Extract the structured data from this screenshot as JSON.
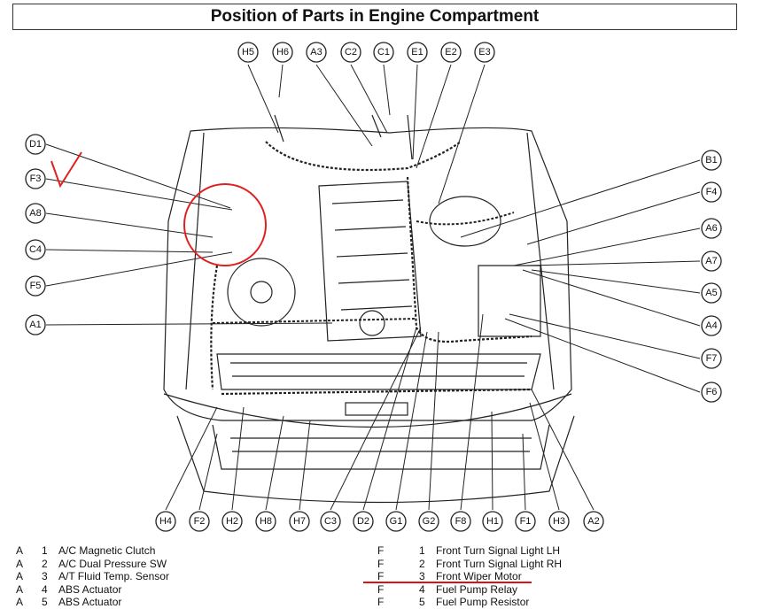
{
  "title": "Position of Parts in Engine Compartment",
  "callouts_left": [
    "D1",
    "F3",
    "A8",
    "C4",
    "F5",
    "A1"
  ],
  "callouts_top": [
    "H5",
    "H6",
    "A3",
    "C2",
    "C1",
    "E1",
    "E2",
    "E3"
  ],
  "callouts_right": [
    "B1",
    "F4",
    "A6",
    "A7",
    "A5",
    "A4",
    "F7",
    "F6"
  ],
  "callouts_bottom": [
    "H4",
    "F2",
    "H2",
    "H8",
    "H7",
    "C3",
    "D2",
    "G1",
    "G2",
    "F8",
    "H1",
    "F1",
    "H3",
    "A2"
  ],
  "annotations": {
    "checkmark_color": "#e02020",
    "circle_color": "#e02020",
    "underline_color": "#d11111",
    "underlined_item": "F 3 Front Wiper Motor"
  },
  "legend_left": [
    {
      "code": "A",
      "num": "1",
      "name": "A/C Magnetic Clutch"
    },
    {
      "code": "A",
      "num": "2",
      "name": "A/C Dual Pressure SW"
    },
    {
      "code": "A",
      "num": "3",
      "name": "A/T Fluid Temp. Sensor"
    },
    {
      "code": "A",
      "num": "4",
      "name": "ABS Actuator"
    },
    {
      "code": "A",
      "num": "5",
      "name": "ABS Actuator"
    }
  ],
  "legend_right": [
    {
      "code": "F",
      "num": "1",
      "name": "Front Turn Signal Light LH"
    },
    {
      "code": "F",
      "num": "2",
      "name": "Front Turn Signal Light RH"
    },
    {
      "code": "F",
      "num": "3",
      "name": "Front Wiper Motor"
    },
    {
      "code": "F",
      "num": "4",
      "name": "Fuel Pump Relay"
    },
    {
      "code": "F",
      "num": "5",
      "name": "Fuel Pump Resistor"
    }
  ]
}
